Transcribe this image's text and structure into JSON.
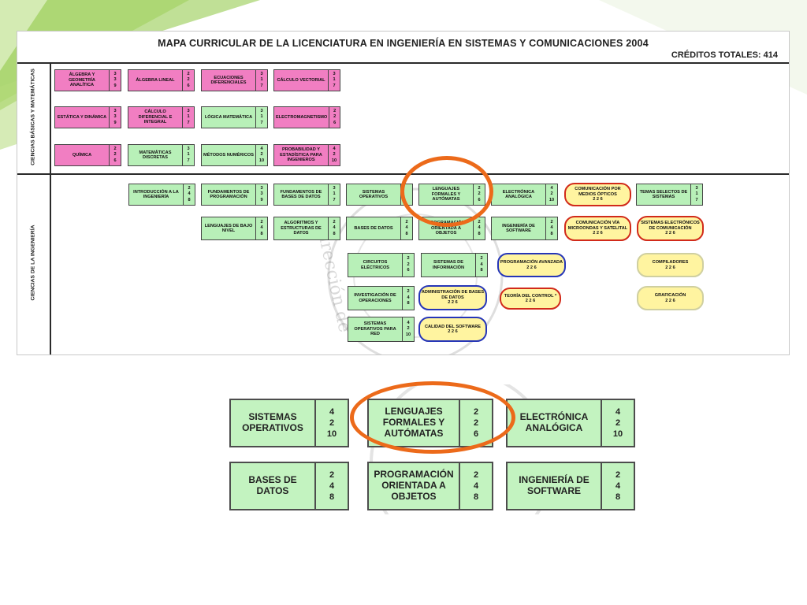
{
  "map": {
    "title": "MAPA CURRICULAR DE LA LICENCIATURA EN INGENIERÍA EN SISTEMAS Y COMUNICACIONES  2004",
    "credits_label": "CRÉDITOS TOTALES:  414",
    "rows": [
      {
        "label": "CIENCIAS BÁSICAS Y MATEMÁTICAS"
      },
      {
        "label": "CIENCIAS DE LA INGENIERÍA"
      }
    ],
    "courses": [
      {
        "name": "ÁLGEBRA Y GEOMETRÍA ANALÍTICA",
        "c1": "3",
        "c2": "3",
        "c3": "9",
        "color": "pink"
      },
      {
        "name": "ÁLGEBRA LINEAL",
        "c1": "2",
        "c2": "2",
        "c3": "6",
        "color": "pink"
      },
      {
        "name": "ECUACIONES DIFERENCIALES",
        "c1": "3",
        "c2": "1",
        "c3": "7",
        "color": "pink"
      },
      {
        "name": "CÁLCULO VECTORIAL",
        "c1": "3",
        "c2": "1",
        "c3": "7",
        "color": "pink"
      },
      {
        "name": "ESTÁTICA Y DINÁMICA",
        "c1": "3",
        "c2": "3",
        "c3": "9",
        "color": "pink"
      },
      {
        "name": "CÁLCULO DIFERENCIAL E INTEGRAL",
        "c1": "3",
        "c2": "1",
        "c3": "7",
        "color": "pink"
      },
      {
        "name": "LÓGICA MATEMÁTICA",
        "c1": "3",
        "c2": "1",
        "c3": "7",
        "color": "green"
      },
      {
        "name": "ELECTROMAGNETISMO",
        "c1": "2",
        "c2": "2",
        "c3": "6",
        "color": "pink"
      },
      {
        "name": "QUÍMICA",
        "c1": "2",
        "c2": "2",
        "c3": "6",
        "color": "pink"
      },
      {
        "name": "MATEMÁTICAS DISCRETAS",
        "c1": "3",
        "c2": "1",
        "c3": "7",
        "color": "green"
      },
      {
        "name": "MÉTODOS NUMÉRICOS",
        "c1": "4",
        "c2": "2",
        "c3": "10",
        "color": "green"
      },
      {
        "name": "PROBABILIDAD Y ESTADÍSTICA PARA INGENIEROS",
        "c1": "4",
        "c2": "2",
        "c3": "10",
        "color": "pink"
      },
      {
        "name": "INTRODUCCIÓN A LA INGENIERÍA",
        "c1": "2",
        "c2": "4",
        "c3": "8",
        "color": "green"
      },
      {
        "name": "FUNDAMENTOS DE PROGRAMACIÓN",
        "c1": "3",
        "c2": "3",
        "c3": "9",
        "color": "green"
      },
      {
        "name": "FUNDAMENTOS DE BASES DE DATOS",
        "c1": "3",
        "c2": "1",
        "c3": "7",
        "color": "green"
      },
      {
        "name": "SISTEMAS OPERATIVOS",
        "c1": "",
        "c2": "",
        "c3": "",
        "color": "green"
      },
      {
        "name": "LENGUAJES FORMALES Y AUTÓMATAS",
        "c1": "2",
        "c2": "2",
        "c3": "6",
        "color": "green"
      },
      {
        "name": "ELECTRÓNICA ANALÓGICA",
        "c1": "4",
        "c2": "2",
        "c3": "10",
        "color": "green"
      },
      {
        "name": "TEMAS SELECTOS DE SISTEMAS",
        "c1": "3",
        "c2": "1",
        "c3": "7",
        "color": "green"
      },
      {
        "name": "LENGUAJES DE BAJO NIVEL",
        "c1": "2",
        "c2": "4",
        "c3": "8",
        "color": "green"
      },
      {
        "name": "ALGORITMOS Y ESTRUCTURAS DE DATOS",
        "c1": "2",
        "c2": "4",
        "c3": "8",
        "color": "green"
      },
      {
        "name": "BASES DE DATOS",
        "c1": "2",
        "c2": "4",
        "c3": "8",
        "color": "green"
      },
      {
        "name": "PROGRAMACIÓN ORIENTADA A OBJETOS",
        "c1": "2",
        "c2": "4",
        "c3": "8",
        "color": "green"
      },
      {
        "name": "INGENIERÍA DE SOFTWARE",
        "c1": "2",
        "c2": "4",
        "c3": "8",
        "color": "green"
      },
      {
        "name": "CIRCUITOS ELÉCTRICOS",
        "c1": "2",
        "c2": "2",
        "c3": "6",
        "color": "green"
      },
      {
        "name": "SISTEMAS DE INFORMACIÓN",
        "c1": "2",
        "c2": "4",
        "c3": "8",
        "color": "green"
      },
      {
        "name": "INVESTIGACIÓN DE OPERACIONES",
        "c1": "2",
        "c2": "4",
        "c3": "8",
        "color": "green"
      },
      {
        "name": "SISTEMAS OPERATIVOS PARA RED",
        "c1": "4",
        "c2": "2",
        "c3": "10",
        "color": "green"
      }
    ],
    "pills": [
      {
        "name": "COMUNICACIÓN POR MEDIOS ÓPTICOS",
        "sub": "2 2 6",
        "border": "red"
      },
      {
        "name": "COMUNICACIÓN VÍA MICROONDAS Y SATELITAL",
        "sub": "2 2 6",
        "border": "red"
      },
      {
        "name": "SISTEMAS ELECTRÓNICOS DE COMUNICACIÓN",
        "sub": "2 2 6",
        "border": "red"
      },
      {
        "name": "PROGRAMACIÓN AVANZADA",
        "sub": "2 2 6",
        "border": "blue"
      },
      {
        "name": "COMPILADORES",
        "sub": "2 2 6",
        "border": "grey"
      },
      {
        "name": "ADMINISTRACIÓN DE BASES DE DATOS",
        "sub": "2 2 6",
        "border": "blue"
      },
      {
        "name": "TEORÍA DEL CONTROL *",
        "sub": "2 2 6",
        "border": "red"
      },
      {
        "name": "GRAFICACIÓN",
        "sub": "2 2 6",
        "border": "grey"
      },
      {
        "name": "CALIDAD DEL SOFTWARE",
        "sub": "2 2 6",
        "border": "blue"
      }
    ]
  },
  "zoom": {
    "courses": [
      {
        "name": "SISTEMAS OPERATIVOS",
        "c1": "4",
        "c2": "2",
        "c3": "10"
      },
      {
        "name": "LENGUAJES FORMALES Y AUTÓMATAS",
        "c1": "2",
        "c2": "2",
        "c3": "6"
      },
      {
        "name": "ELECTRÓNICA ANALÓGICA",
        "c1": "4",
        "c2": "2",
        "c3": "10"
      },
      {
        "name": "BASES DE DATOS",
        "c1": "2",
        "c2": "4",
        "c3": "8"
      },
      {
        "name": "PROGRAMACIÓN ORIENTADA A OBJETOS",
        "c1": "2",
        "c2": "4",
        "c3": "8"
      },
      {
        "name": "INGENIERÍA DE SOFTWARE",
        "c1": "2",
        "c2": "4",
        "c3": "8"
      }
    ]
  },
  "colors": {
    "pink": "#f17ec2",
    "green": "#b8f0b8",
    "highlight_ring": "#ec6a1a",
    "deco_green": "#8cc63f"
  }
}
